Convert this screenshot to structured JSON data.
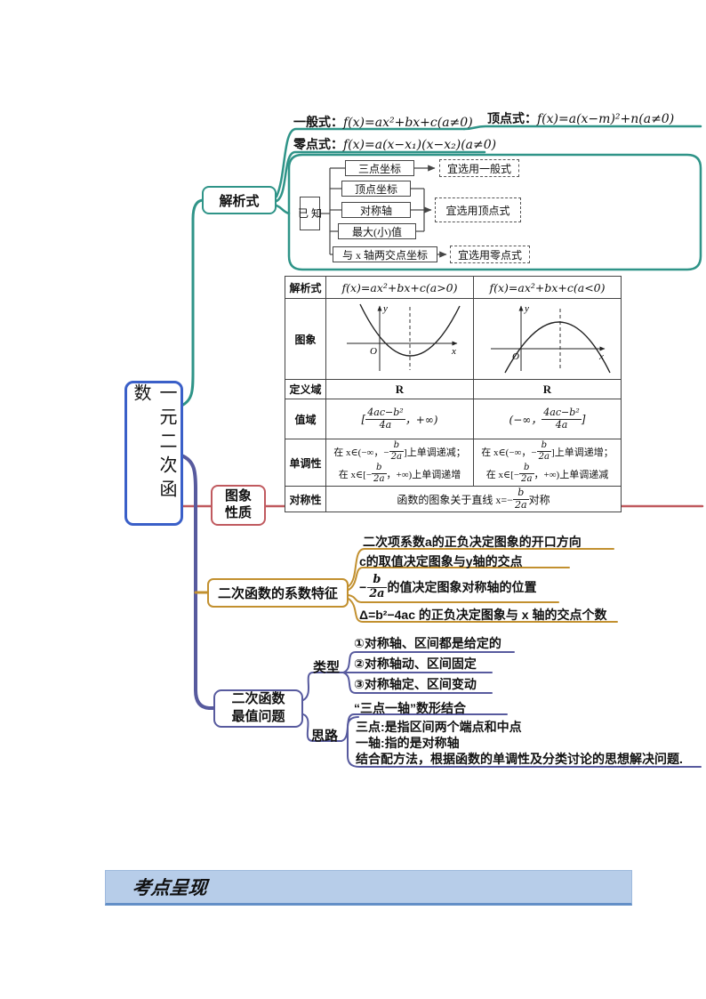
{
  "root": {
    "label": "一元二次函数"
  },
  "expression": {
    "label": "解析式",
    "general_name": "一般式：",
    "general_formula": "f(x)=ax²+bx+c(a≠0)",
    "vertex_name": "顶点式：",
    "vertex_formula": "f(x)=a(x−m)²+n(a≠0)",
    "zero_name": "零点式：",
    "zero_formula": "f(x)=a(x−x₁)(x−x₂)(a≠0)",
    "known_label": "已\n知",
    "conditions": [
      "三点坐标",
      "顶点坐标",
      "对称轴",
      "最大(小)值",
      "与 x 轴两交点坐标"
    ],
    "advices": [
      "宜选用一般式",
      "宜选用顶点式",
      "宜选用零点式"
    ]
  },
  "graph": {
    "label": "图象\n性质",
    "table": {
      "h_expr": "解析式",
      "h_graph": "图象",
      "h_domain": "定义域",
      "h_range": "值域",
      "h_mono": "单调性",
      "h_sym": "对称性",
      "expr_pos": "f(x)=ax²+bx+c(a>0)",
      "expr_neg": "f(x)=ax²+bx+c(a<0)",
      "axis": {
        "y": "y",
        "o": "O",
        "x": "x"
      },
      "domain": "R",
      "range_pos": {
        "open": "[",
        "num": "4ac−b²",
        "den": "4a",
        "close": "，+∞)"
      },
      "range_neg": {
        "open": "(−∞，",
        "num": "4ac−b²",
        "den": "4a",
        "close": "]"
      },
      "frac": {
        "num": "b",
        "den": "2a"
      },
      "mono_pos_1a": "在 x∈(−∞，−",
      "mono_pos_1b": "]上单调递减；",
      "mono_pos_2a": "在 x∈[−",
      "mono_pos_2b": "，+∞)上单调递增",
      "mono_neg_1a": "在 x∈(−∞，−",
      "mono_neg_1b": "]上单调递增；",
      "mono_neg_2a": "在 x∈[−",
      "mono_neg_2b": "，+∞)上单调递减",
      "sym_pre": "函数的图象关于直线 x=−",
      "sym_post": "对称"
    }
  },
  "coeff": {
    "label": "二次函数的系数特征",
    "item_a": "二次项系数a的正负决定图象的开口方向",
    "item_c": "c的取值决定图象与y轴的交点",
    "item_axis_pre": "−",
    "frac": {
      "num": "b",
      "den": "2a"
    },
    "item_axis_post": "的值决定图象对称轴的位置",
    "item_delta": "Δ=b²−4ac 的正负决定图象与 x 轴的交点个数"
  },
  "maxmin": {
    "label": "二次函数\n最值问题",
    "type_label": "类型",
    "types": [
      "①对称轴、区间都是给定的",
      "②对称轴动、区间固定",
      "③对称轴定、区间变动"
    ],
    "idea_label": "思路",
    "slogan": "“三点一轴”数形结合",
    "details": "三点:是指区间两个端点和中点\n一轴:指的是对称轴\n结合配方法，根据函数的单调性及分类讨论的思想解决问题."
  },
  "banner": {
    "title": "考点呈现"
  },
  "colors": {
    "root_border": "#3a5fc8",
    "expression_branch": "#2f9488",
    "graph_branch": "#c05a5f",
    "coeff_branch": "#c2902f",
    "maxmin_branch": "#575a9e",
    "banner_bg": "#b7cde9"
  }
}
